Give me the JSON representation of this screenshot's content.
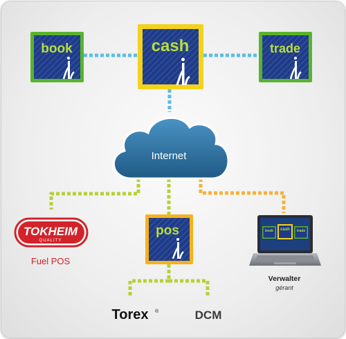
{
  "modules": {
    "book": "book",
    "cash": "cash",
    "trade": "trade",
    "pos": "pos"
  },
  "internet": "Internet",
  "tokheim": {
    "logo_text": "TOKHEIM",
    "quality": "QUALITY",
    "caption": "Fuel POS"
  },
  "torex": "Torex",
  "torex_mark": "®",
  "dcm": "DCM",
  "laptop": {
    "caption": "Verwalter",
    "subcaption": "gérant",
    "screen_tiles": [
      "book",
      "cash",
      "trade"
    ]
  },
  "colors": {
    "book_border": "#59b32c",
    "cash_border": "#f3d21c",
    "trade_border": "#59b32c",
    "pos_border": "#f7b11a",
    "tile_fill": "#1f3a86",
    "tile_stripe": "#2d4d9a",
    "tile_text": "#b9dd3c",
    "cloud": "#2d6e9a",
    "link_blue": "#5cbde6",
    "link_green": "#b7d135",
    "link_orange": "#f5b33a",
    "tokheim_red": "#d2232a"
  }
}
